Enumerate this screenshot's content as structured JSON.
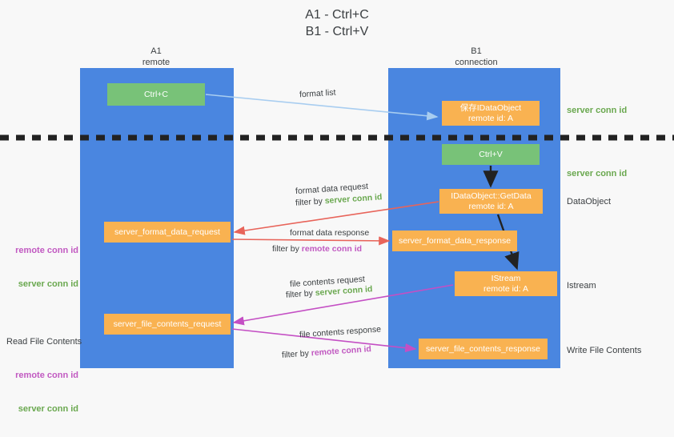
{
  "title": "A1 - Ctrl+C\nB1 - Ctrl+V",
  "columns": {
    "a1": {
      "name": "A1",
      "role": "remote",
      "header": "A1\nremote"
    },
    "b1": {
      "name": "B1",
      "role": "connection",
      "header": "B1\nconnection"
    }
  },
  "boxes": {
    "ctrl_c": {
      "label": "Ctrl+C",
      "color": "#78c278"
    },
    "save_idataobject": {
      "label": "保存IDataObject\nremote id: A",
      "color": "#f9b251"
    },
    "ctrl_v": {
      "label": "Ctrl+V",
      "color": "#78c278"
    },
    "getdata": {
      "label": "IDataObject::GetData\nremote id: A",
      "color": "#f9b251"
    },
    "server_format_data_request": {
      "label": "server_format_data_request",
      "color": "#f9b251"
    },
    "server_format_data_response": {
      "label": "server_format_data_response",
      "color": "#f9b251"
    },
    "istream": {
      "label": "IStream\nremote id: A",
      "color": "#f9b251"
    },
    "server_file_contents_request": {
      "label": "server_file_contents_request",
      "color": "#f9b251"
    },
    "server_file_contents_response": {
      "label": "server_file_contents_response",
      "color": "#f9b251"
    }
  },
  "edge_labels": {
    "format_list": "format list",
    "format_data_request": "format data request",
    "format_data_request_filter_prefix": "filter by ",
    "format_data_request_filter_value": "server conn id",
    "format_data_response": "format data response",
    "format_data_response_filter_prefix": "filter by ",
    "format_data_response_filter_value": "remote conn id",
    "file_contents_request": "file contents request",
    "file_contents_request_filter_prefix": "filter by ",
    "file_contents_request_filter_value": "server conn id",
    "file_contents_response": "file contents response",
    "file_contents_response_filter_prefix": "filter by ",
    "file_contents_response_filter_value": "remote conn id"
  },
  "right_notes": {
    "server_conn_id_1": "server conn id",
    "server_conn_id_2": "server conn id",
    "dataobject": "DataObject",
    "istream": "Istream",
    "write_file_contents": "Write File Contents"
  },
  "left_notes": {
    "group1_remote": "remote conn id",
    "group1_server": "server conn id",
    "read_file_contents": "Read File Contents",
    "group2_remote": "remote conn id",
    "group2_server": "server conn id"
  },
  "colors": {
    "background": "#f8f8f8",
    "lane": "#4a86e0",
    "green_box": "#78c278",
    "orange_box": "#f9b251",
    "green_text": "#6aa84f",
    "pink_text": "#c159c1",
    "dark_text": "#3c4043",
    "arrow_light_blue": "#a8cdf0",
    "arrow_red": "#e8645a",
    "arrow_magenta": "#c44fc4",
    "arrow_black": "#222222",
    "divider_dashed": "#222222"
  }
}
